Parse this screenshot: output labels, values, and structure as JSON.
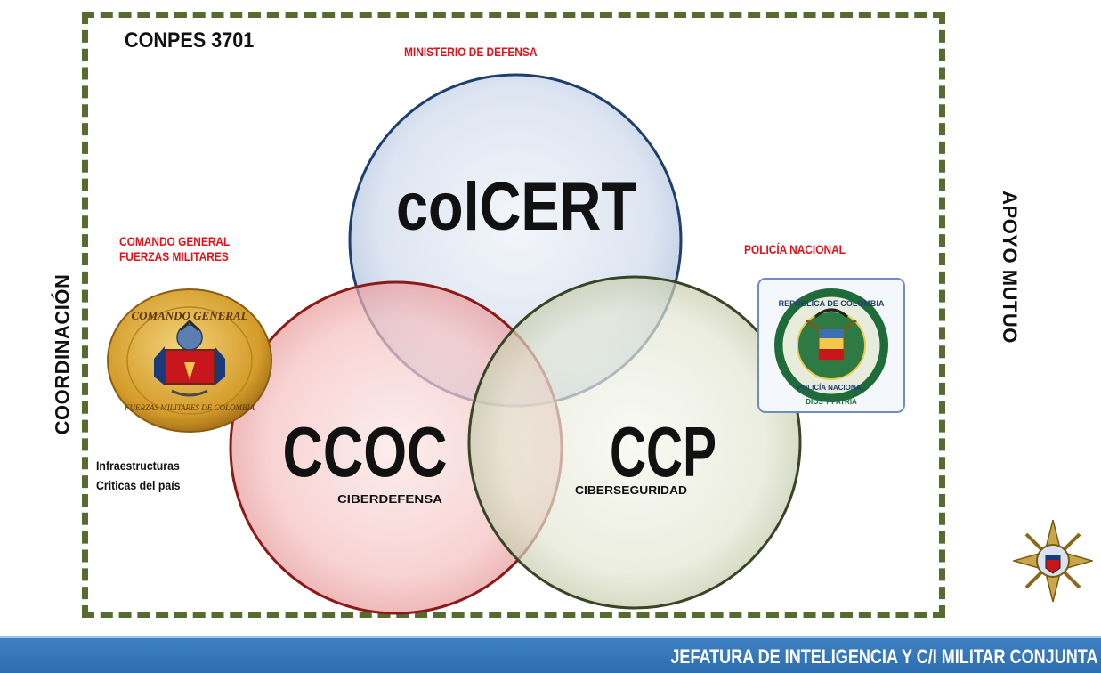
{
  "frame_title": "CONPES 3701",
  "top_label": "MINISTERIO DE DEFENSA",
  "left_entity": [
    "COMANDO GENERAL",
    "FUERZAS MILITARES"
  ],
  "right_entity": "POLICÍA NACIONAL",
  "left_side_label": "COORDINACIÓN",
  "right_side_label": "APOYO MUTUO",
  "infra_note": [
    "Infraestructuras",
    "Criticas del país"
  ],
  "circles": {
    "top": {
      "label": "colCERT",
      "fill": "#dde6f3",
      "stroke": "#1f3f6e"
    },
    "left": {
      "label": "CCOC",
      "sublabel": "CIBERDEFENSA",
      "fill": "#f7c9c9",
      "stroke": "#8b1a1a"
    },
    "right": {
      "label": "CCP",
      "sublabel": "CIBERSEGURIDAD",
      "fill": "#e4e6d6",
      "stroke": "#3a4426"
    }
  },
  "left_seal": {
    "arc_text": "COMANDO GENERAL",
    "bottom_text": "FUERZAS MILITARES DE COLOMBIA"
  },
  "right_seal": {
    "arc_text": "REPÚBLICA DE COLOMBIA",
    "bottom_text": "POLICÍA NACIONAL",
    "motto": "DIOS Y PATRIA"
  },
  "footer_text": "JEFATURA DE INTELIGENCIA Y C/I MILITAR CONJUNTA",
  "colors": {
    "frame": "#556b2f",
    "accent_red": "#e3121a",
    "footer_blue": "#2f72b6"
  }
}
